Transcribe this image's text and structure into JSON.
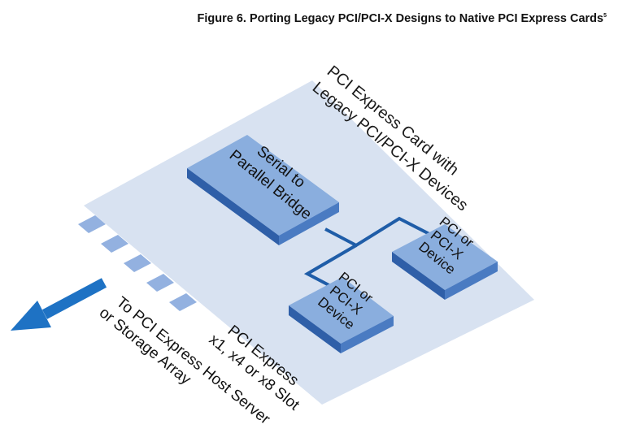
{
  "figure": {
    "title": "Figure 6. Porting Legacy PCI/PCI-X Designs to Native PCI Express Cards",
    "footnote": "5"
  },
  "card": {
    "label_line1": "PCI Express Card with",
    "label_line2": "Legacy PCI/PCI-X Devices",
    "color": "#d8e2f1"
  },
  "bridge": {
    "line1": "Serial to",
    "line2": "Parallel Bridge"
  },
  "device_a": {
    "line1": "PCI or",
    "line2": "PCI-X",
    "line3": "Device"
  },
  "device_b": {
    "line1": "PCI or",
    "line2": "PCI-X",
    "line3": "Device"
  },
  "slot": {
    "line1": "PCI Express",
    "line2": "x1, x4 or x8 Slot",
    "connector_count": 5
  },
  "destination": {
    "line1": "To PCI Express Host Server",
    "line2": "or Storage Array"
  },
  "colors": {
    "chip_top": "#8aaede",
    "chip_side": "#4a7bc2",
    "chip_front": "#2f5fa8",
    "bus": "#1f5da8",
    "arrow": "#1e72c4",
    "finger": "#93b1e0"
  }
}
